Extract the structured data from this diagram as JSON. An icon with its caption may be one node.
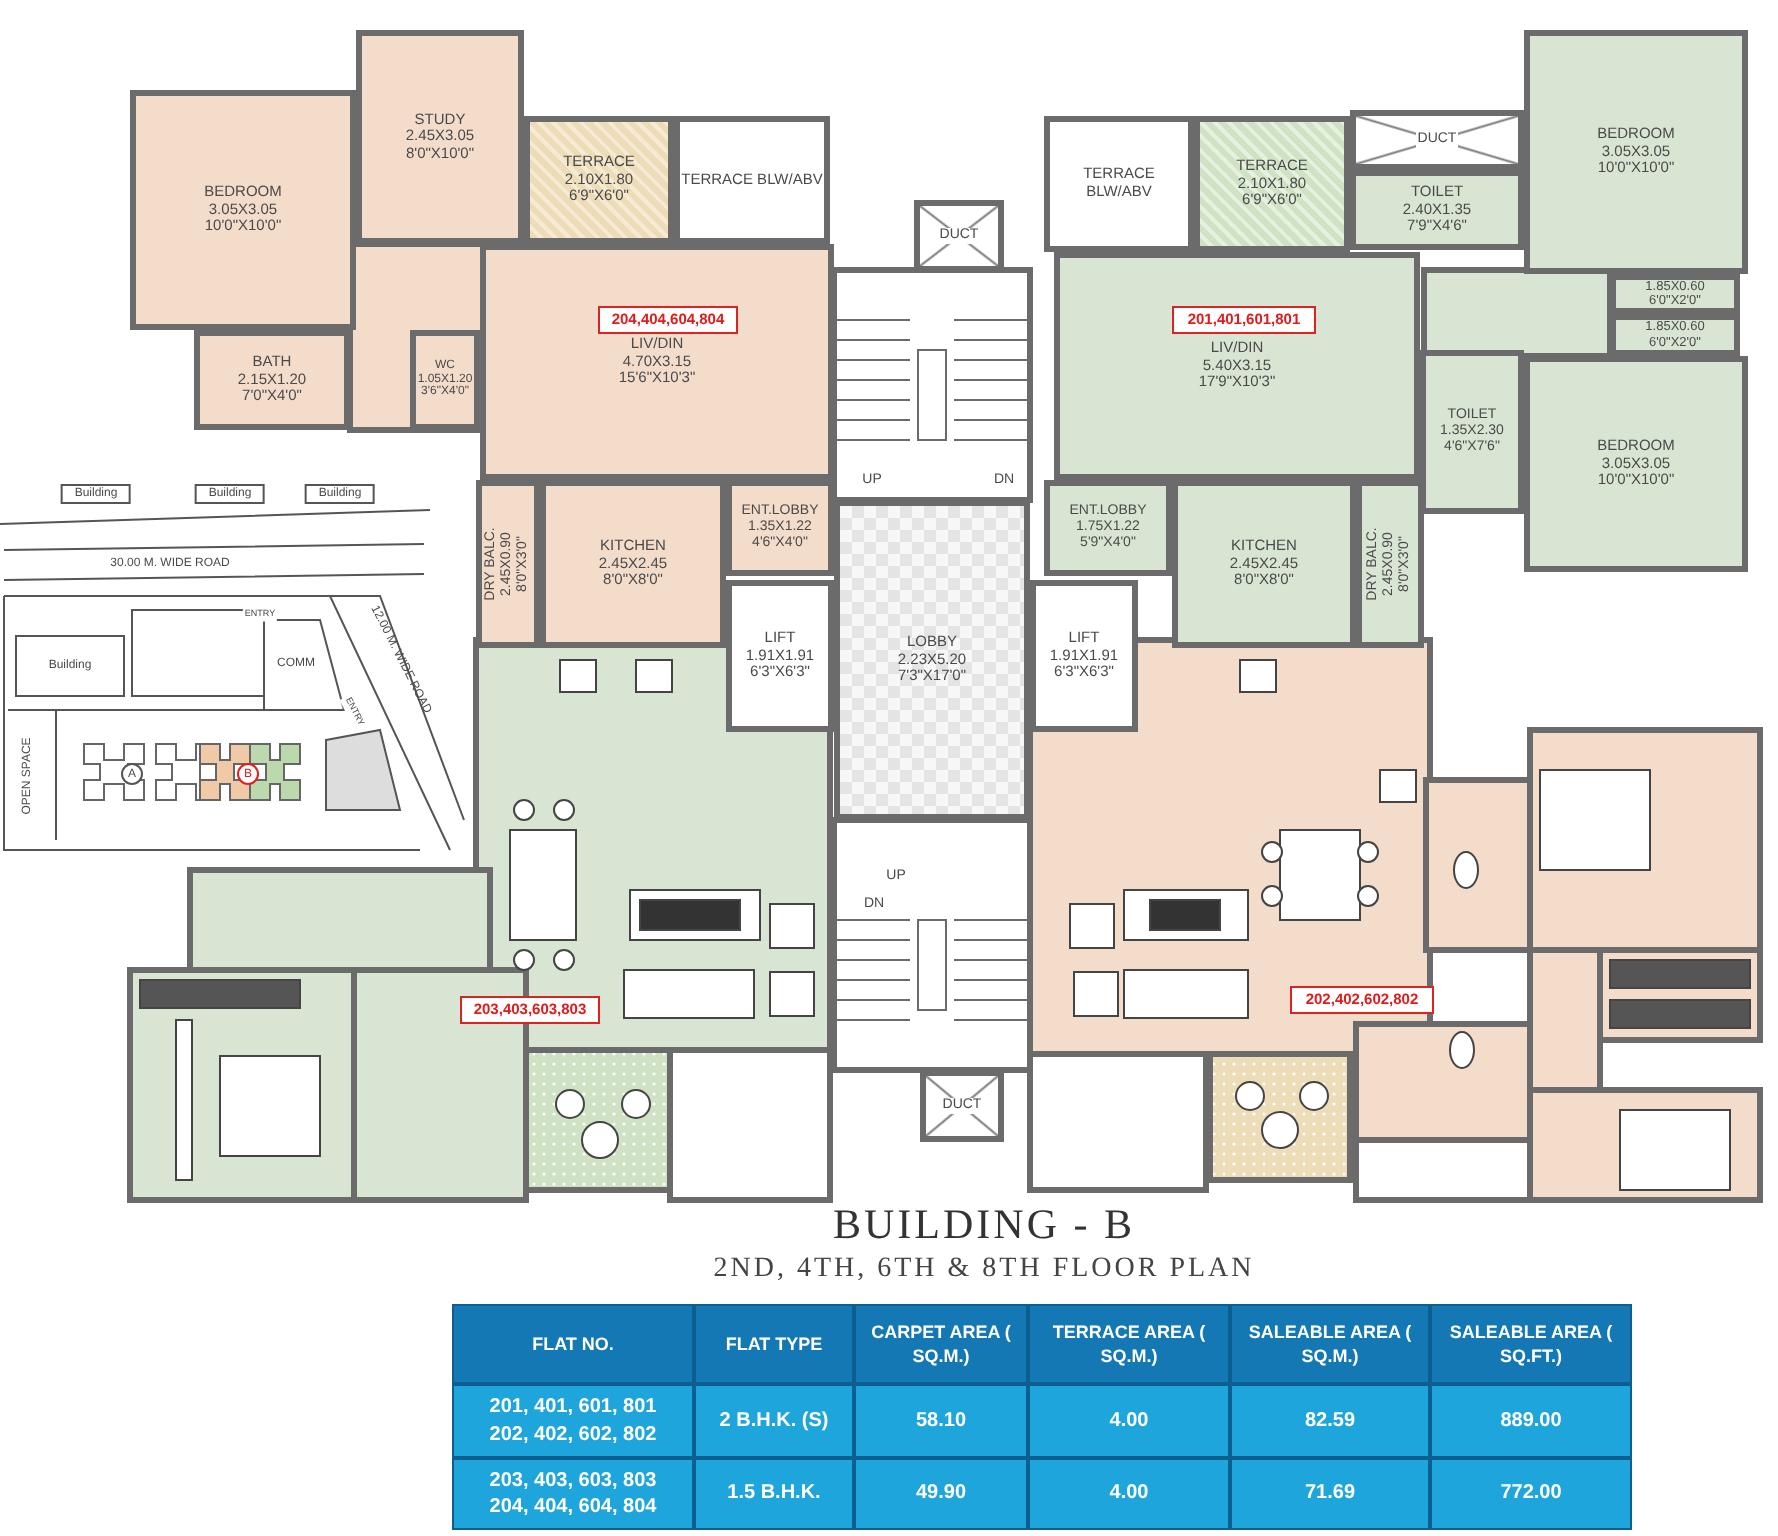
{
  "diagram": {
    "title": "BUILDING - B",
    "caption": "2ND, 4TH, 6TH & 8TH FLOOR PLAN",
    "nodes": [
      {
        "text": [
          "STUDY",
          "2.45X3.05",
          "8'0\"X10'0\""
        ]
      },
      {
        "text": [
          "BEDROOM",
          "3.05X3.05",
          "10'0\"X10'0\""
        ]
      },
      {
        "text": [
          "TERRACE",
          "2.10X1.80",
          "6'9\"X6'0\""
        ]
      },
      {
        "text": [
          "TERRACE BLW/ABV"
        ]
      },
      {
        "text": [
          "LIV/DIN",
          "4.70X3.15",
          "15'6\"X10'3\""
        ]
      },
      {
        "text": [
          "204,404,604,804"
        ],
        "in": 4
      },
      {
        "text": [
          "BATH",
          "2.15X1.20",
          "7'0\"X4'0\""
        ]
      },
      {
        "text": [
          "WC",
          "1.05X1.20",
          "3'6\"X4'0\""
        ]
      },
      {
        "text": [
          "DRY BALC.",
          "2.45X0.90",
          "8'0\"X3'0\""
        ]
      },
      {
        "text": [
          "KITCHEN",
          "2.45X2.45",
          "8'0\"X8'0\""
        ]
      },
      {
        "text": [
          "ENT.LOBBY",
          "1.35X1.22",
          "4'6\"X4'0\""
        ]
      },
      {
        "text": [
          "DUCT"
        ]
      },
      {
        "text": [
          "TERRACE BLW/ABV"
        ]
      },
      {
        "text": [
          "TERRACE",
          "2.10X1.80",
          "6'9\"X6'0\""
        ]
      },
      {
        "text": [
          "DUCT"
        ]
      },
      {
        "text": [
          "TOILET",
          "2.40X1.35",
          "7'9\"X4'6\""
        ]
      },
      {
        "text": [
          "BEDROOM",
          "3.05X3.05",
          "10'0\"X10'0\""
        ]
      },
      {
        "text": [
          "LIV/DIN",
          "5.40X3.15",
          "17'9\"X10'3\""
        ]
      },
      {
        "text": [
          "201,401,601,801"
        ],
        "in": 17
      },
      {
        "text": [
          "1.85X0.60",
          "6'0\"X2'0\""
        ]
      },
      {
        "text": [
          "1.85X0.60",
          "6'0\"X2'0\""
        ]
      },
      {
        "text": [
          "TOILET",
          "1.35X2.30",
          "4'6\"X7'6\""
        ]
      },
      {
        "text": [
          "BEDROOM",
          "3.05X3.05",
          "10'0\"X10'0\""
        ]
      },
      {
        "text": [
          "ENT.LOBBY",
          "1.75X1.22",
          "5'9\"X4'0\""
        ]
      },
      {
        "text": [
          "KITCHEN",
          "2.45X2.45",
          "8'0\"X8'0\""
        ]
      },
      {
        "text": [
          "DRY BALC.",
          "2.45X0.90",
          "8'0\"X3'0\""
        ]
      },
      {
        "text": [
          "LIFT",
          "1.91X1.91",
          "6'3\"X6'3\""
        ]
      },
      {
        "text": [
          "LOBBY",
          "2.23X5.20",
          "7'3\"X17'0\""
        ]
      },
      {
        "text": [
          "LIFT",
          "1.91X1.91",
          "6'3\"X6'3\""
        ]
      },
      {
        "text": [
          "DUCT"
        ]
      },
      {
        "text": [
          "203,403,603,803"
        ]
      },
      {
        "text": [
          "202,402,602,802"
        ]
      }
    ],
    "labels": [
      "Building",
      "Building",
      "Building",
      "30.00 M. WIDE ROAD",
      "ENTRY",
      "Building",
      "COMM",
      "12.00 M. WIDE ROAD",
      "ENTRY",
      "OPEN SPACE",
      "A",
      "B",
      "UP",
      "DN",
      "UP",
      "DN",
      "FLAT NO.",
      "FLAT TYPE",
      "CARPET AREA ( SQ.M.)",
      "TERRACE AREA ( SQ.M.)",
      "SALEABLE AREA ( SQ.M.)",
      "SALEABLE AREA ( SQ.FT.)",
      "201, 401, 601, 801 202, 402, 602, 802",
      "2 B.H.K. (S)",
      "58.10",
      "4.00",
      "82.59",
      "889.00",
      "203, 403, 603, 803 204, 404, 604, 804",
      "1.5 B.H.K.",
      "49.90",
      "4.00",
      "71.69",
      "772.00"
    ]
  }
}
